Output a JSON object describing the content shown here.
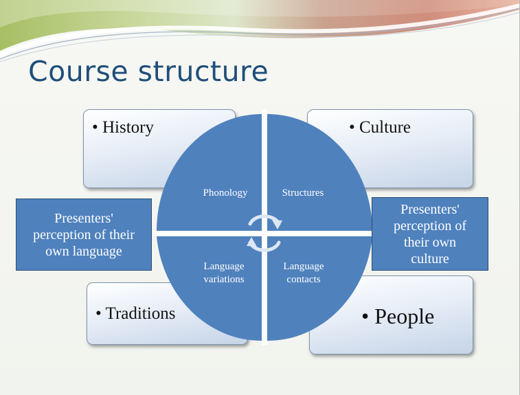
{
  "slide": {
    "title": "Course structure"
  },
  "corner_boxes": {
    "history": "• History",
    "culture": "• Culture",
    "traditions": "• Traditions",
    "people": "• People"
  },
  "side_boxes": {
    "left_lines": [
      "Presenters'",
      "perception of their",
      "own language"
    ],
    "right_lines": [
      "Presenters'",
      "perception of",
      "their own",
      "culture"
    ]
  },
  "wheel": {
    "phonology": "Phonology",
    "structures": "Structures",
    "variations_lines": [
      "Language",
      "variations"
    ],
    "contacts_lines": [
      "Language",
      "contacts"
    ],
    "icon": "circular-arrows-icon"
  },
  "colors": {
    "title": "#1f4e79",
    "wheel_fill": "#4f81bd",
    "side_box_fill": "#4f81bd",
    "corner_box_border": "#7f93ab"
  }
}
